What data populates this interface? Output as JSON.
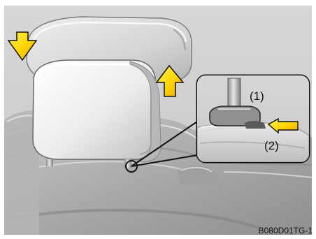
{
  "figure": {
    "label_1": "(1)",
    "label_2": "(2)",
    "code": "B080D01TG-1"
  },
  "icons": {
    "left_arrow": "down-arrow-icon",
    "right_arrow": "up-arrow-icon",
    "push_arrow": "left-arrow-icon"
  },
  "colors": {
    "background": "#d4d4d4",
    "seat": "#bdbdbd",
    "headrest_back": "#d9d9d9",
    "headrest_front": "#f0f0f0",
    "arrow": "#ffd400",
    "inset_border": "#111111"
  }
}
